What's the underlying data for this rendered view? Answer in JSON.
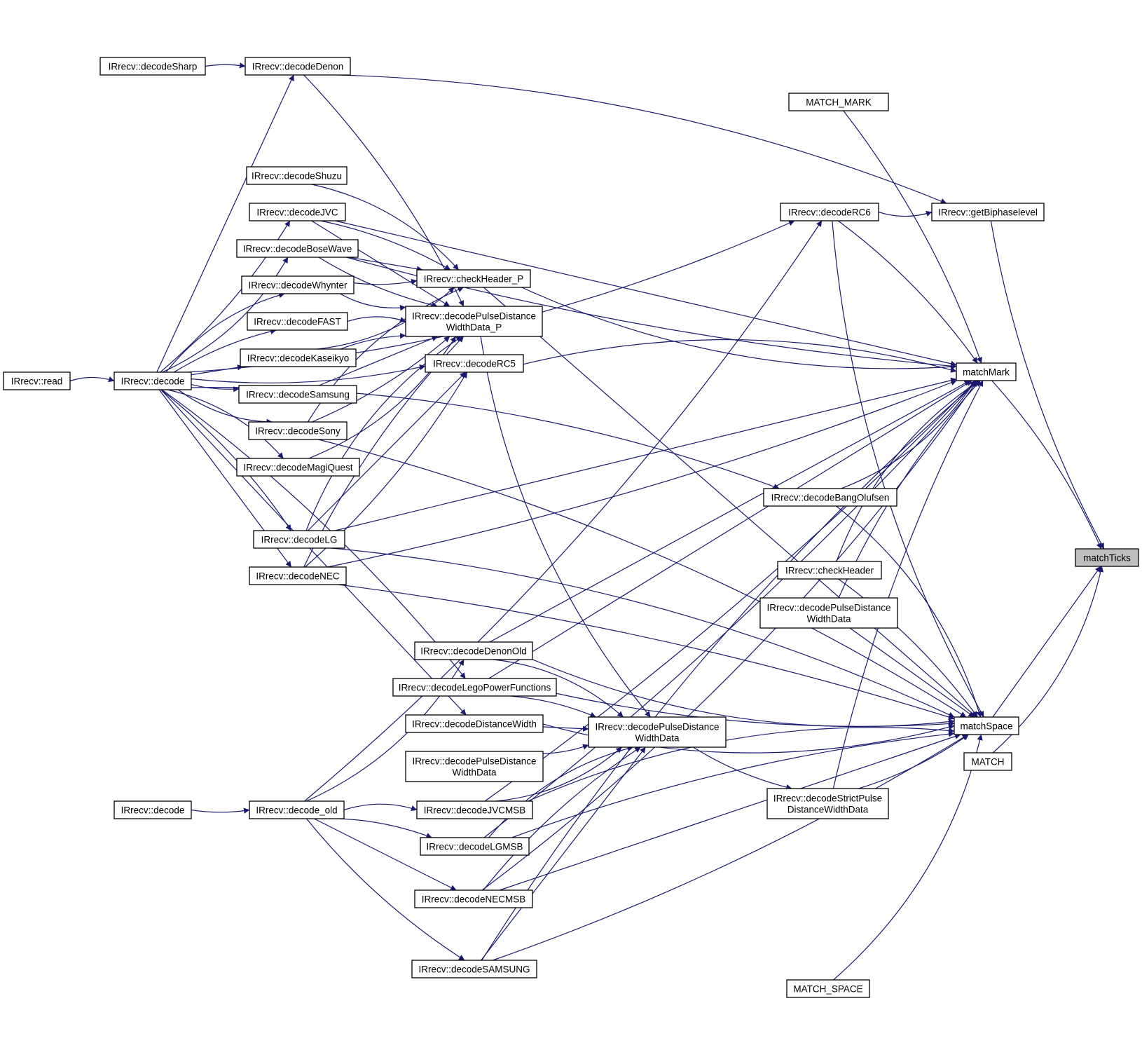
{
  "colors": {
    "edge": "#191970",
    "node_border": "#000000",
    "highlight_fill": "#bfbfbf"
  },
  "nodes": [
    {
      "id": "read",
      "lines": [
        "IRrecv::read"
      ]
    },
    {
      "id": "decode",
      "lines": [
        "IRrecv::decode"
      ]
    },
    {
      "id": "decode2",
      "lines": [
        "IRrecv::decode"
      ]
    },
    {
      "id": "decode_old",
      "lines": [
        "IRrecv::decode_old"
      ]
    },
    {
      "id": "decodeSharp",
      "lines": [
        "IRrecv::decodeSharp"
      ]
    },
    {
      "id": "decodeDenon",
      "lines": [
        "IRrecv::decodeDenon"
      ]
    },
    {
      "id": "decodeShuzu",
      "lines": [
        "IRrecv::decodeShuzu"
      ]
    },
    {
      "id": "decodeJVC",
      "lines": [
        "IRrecv::decodeJVC"
      ]
    },
    {
      "id": "decodeBoseWave",
      "lines": [
        "IRrecv::decodeBoseWave"
      ]
    },
    {
      "id": "decodeWhynter",
      "lines": [
        "IRrecv::decodeWhynter"
      ]
    },
    {
      "id": "decodeFAST",
      "lines": [
        "IRrecv::decodeFAST"
      ]
    },
    {
      "id": "decodeKaseikyo",
      "lines": [
        "IRrecv::decodeKaseikyo"
      ]
    },
    {
      "id": "decodeSamsung",
      "lines": [
        "IRrecv::decodeSamsung"
      ]
    },
    {
      "id": "decodeSony",
      "lines": [
        "IRrecv::decodeSony"
      ]
    },
    {
      "id": "decodeMagiQuest",
      "lines": [
        "IRrecv::decodeMagiQuest"
      ]
    },
    {
      "id": "decodeLG",
      "lines": [
        "IRrecv::decodeLG"
      ]
    },
    {
      "id": "decodeNEC",
      "lines": [
        "IRrecv::decodeNEC"
      ]
    },
    {
      "id": "checkHeader_P",
      "lines": [
        "IRrecv::checkHeader_P"
      ]
    },
    {
      "id": "decodePDWD_P",
      "lines": [
        "IRrecv::decodePulseDistance",
        "WidthData_P"
      ]
    },
    {
      "id": "decodeRC5",
      "lines": [
        "IRrecv::decodeRC5"
      ]
    },
    {
      "id": "decodeDenonOld",
      "lines": [
        "IRrecv::decodeDenonOld"
      ]
    },
    {
      "id": "decodeLego",
      "lines": [
        "IRrecv::decodeLegoPowerFunctions"
      ]
    },
    {
      "id": "decodeDistanceWidth",
      "lines": [
        "IRrecv::decodeDistanceWidth"
      ]
    },
    {
      "id": "decodePDWD_left",
      "lines": [
        "IRrecv::decodePulseDistance",
        "WidthData"
      ]
    },
    {
      "id": "decodeJVCMSB",
      "lines": [
        "IRrecv::decodeJVCMSB"
      ]
    },
    {
      "id": "decodeLGMSB",
      "lines": [
        "IRrecv::decodeLGMSB"
      ]
    },
    {
      "id": "decodeNECMSB",
      "lines": [
        "IRrecv::decodeNECMSB"
      ]
    },
    {
      "id": "decodeSAMSUNG",
      "lines": [
        "IRrecv::decodeSAMSUNG"
      ]
    },
    {
      "id": "decodePDWD_center",
      "lines": [
        "IRrecv::decodePulseDistance",
        "WidthData"
      ]
    },
    {
      "id": "MATCH_MARK",
      "lines": [
        "MATCH_MARK"
      ]
    },
    {
      "id": "decodeRC6",
      "lines": [
        "IRrecv::decodeRC6"
      ]
    },
    {
      "id": "getBiphaselevel",
      "lines": [
        "IRrecv::getBiphaselevel"
      ]
    },
    {
      "id": "decodeBangOlufsen",
      "lines": [
        "IRrecv::decodeBangOlufsen"
      ]
    },
    {
      "id": "checkHeader",
      "lines": [
        "IRrecv::checkHeader"
      ]
    },
    {
      "id": "decodePDWD_right",
      "lines": [
        "IRrecv::decodePulseDistance",
        "WidthData"
      ]
    },
    {
      "id": "decodeStrict",
      "lines": [
        "IRrecv::decodeStrictPulse",
        "DistanceWidthData"
      ]
    },
    {
      "id": "MATCH_SPACE",
      "lines": [
        "MATCH_SPACE"
      ]
    },
    {
      "id": "matchMark",
      "lines": [
        "matchMark"
      ]
    },
    {
      "id": "matchSpace",
      "lines": [
        "matchSpace"
      ]
    },
    {
      "id": "MATCH",
      "lines": [
        "MATCH"
      ]
    },
    {
      "id": "matchTicks",
      "lines": [
        "matchTicks"
      ],
      "highlight": true
    }
  ],
  "edges": [
    [
      "read",
      "decode"
    ],
    [
      "decodeSharp",
      "decodeDenon"
    ],
    [
      "decode",
      "decodeDenon"
    ],
    [
      "decode",
      "decodeJVC"
    ],
    [
      "decode",
      "decodeBoseWave"
    ],
    [
      "decode",
      "decodeWhynter"
    ],
    [
      "decode",
      "decodeFAST"
    ],
    [
      "decode",
      "decodeKaseikyo"
    ],
    [
      "decode",
      "decodeSamsung"
    ],
    [
      "decode",
      "decodeSony"
    ],
    [
      "decode",
      "decodeMagiQuest"
    ],
    [
      "decode",
      "decodeLG"
    ],
    [
      "decode",
      "decodeNEC"
    ],
    [
      "decode",
      "decodeRC5"
    ],
    [
      "decode",
      "decodeRC6"
    ],
    [
      "decode",
      "decodeBangOlufsen"
    ],
    [
      "decode",
      "decodeLego"
    ],
    [
      "decode",
      "decodeDistanceWidth"
    ],
    [
      "decode2",
      "decode_old"
    ],
    [
      "decode_old",
      "decodeDenonOld"
    ],
    [
      "decode_old",
      "decodeJVCMSB"
    ],
    [
      "decode_old",
      "decodeLGMSB"
    ],
    [
      "decode_old",
      "decodeNECMSB"
    ],
    [
      "decode_old",
      "decodeSAMSUNG"
    ],
    [
      "decode_old",
      "decodeRC6"
    ],
    [
      "decodeShuzu",
      "checkHeader_P"
    ],
    [
      "decodeJVC",
      "checkHeader_P"
    ],
    [
      "decodeBoseWave",
      "checkHeader_P"
    ],
    [
      "decodeWhynter",
      "checkHeader_P"
    ],
    [
      "decodeKaseikyo",
      "checkHeader_P"
    ],
    [
      "decodeSony",
      "checkHeader_P"
    ],
    [
      "decodeDenon",
      "decodePDWD_P"
    ],
    [
      "decodeJVC",
      "decodePDWD_P"
    ],
    [
      "decodeBoseWave",
      "decodePDWD_P"
    ],
    [
      "decodeWhynter",
      "decodePDWD_P"
    ],
    [
      "decodeFAST",
      "decodePDWD_P"
    ],
    [
      "decodeKaseikyo",
      "decodePDWD_P"
    ],
    [
      "decodeSamsung",
      "decodePDWD_P"
    ],
    [
      "decodeSony",
      "decodePDWD_P"
    ],
    [
      "decodeMagiQuest",
      "decodePDWD_P"
    ],
    [
      "decodeLG",
      "decodePDWD_P"
    ],
    [
      "decodeNEC",
      "decodePDWD_P"
    ],
    [
      "decodeLG",
      "decodeRC5"
    ],
    [
      "decodeNEC",
      "decodeRC5"
    ],
    [
      "decodePDWD_P",
      "decodePDWD_center"
    ],
    [
      "decodeDenonOld",
      "decodePDWD_center"
    ],
    [
      "decodeLego",
      "decodePDWD_center"
    ],
    [
      "decodeDistanceWidth",
      "decodePDWD_center"
    ],
    [
      "decodePDWD_left",
      "decodePDWD_center"
    ],
    [
      "decodeJVCMSB",
      "decodePDWD_center"
    ],
    [
      "decodeLGMSB",
      "decodePDWD_center"
    ],
    [
      "decodeNECMSB",
      "decodePDWD_center"
    ],
    [
      "decodeSAMSUNG",
      "decodePDWD_center"
    ],
    [
      "decodePDWD_center",
      "decodeStrict"
    ],
    [
      "decodeRC6",
      "getBiphaselevel"
    ],
    [
      "decodeDenon",
      "getBiphaselevel"
    ],
    [
      "MATCH_MARK",
      "matchMark"
    ],
    [
      "decodeJVC",
      "matchMark"
    ],
    [
      "decodeBoseWave",
      "matchMark"
    ],
    [
      "checkHeader_P",
      "matchMark"
    ],
    [
      "decodeRC5",
      "matchMark"
    ],
    [
      "decodeRC6",
      "matchMark"
    ],
    [
      "decodeLG",
      "matchMark"
    ],
    [
      "decodeNEC",
      "matchMark"
    ],
    [
      "decodeBangOlufsen",
      "matchMark"
    ],
    [
      "checkHeader",
      "matchMark"
    ],
    [
      "decodePDWD_right",
      "matchMark"
    ],
    [
      "decodeDenonOld",
      "matchMark"
    ],
    [
      "decodeJVCMSB",
      "matchMark"
    ],
    [
      "decodeNECMSB",
      "matchMark"
    ],
    [
      "decodeSAMSUNG",
      "matchMark"
    ],
    [
      "decodeStrict",
      "matchMark"
    ],
    [
      "decodeLego",
      "matchMark"
    ],
    [
      "decodeLGMSB",
      "matchMark"
    ],
    [
      "decodeRC6",
      "matchSpace"
    ],
    [
      "decodeBangOlufsen",
      "matchSpace"
    ],
    [
      "checkHeader",
      "matchSpace"
    ],
    [
      "decodePDWD_right",
      "matchSpace"
    ],
    [
      "decodeStrict",
      "matchSpace"
    ],
    [
      "MATCH_SPACE",
      "matchSpace"
    ],
    [
      "decodeJVCMSB",
      "matchSpace"
    ],
    [
      "decodeLGMSB",
      "matchSpace"
    ],
    [
      "decodeNECMSB",
      "matchSpace"
    ],
    [
      "decodeSAMSUNG",
      "matchSpace"
    ],
    [
      "decodeDenonOld",
      "matchSpace"
    ],
    [
      "decodeLG",
      "matchSpace"
    ],
    [
      "decodeNEC",
      "matchSpace"
    ],
    [
      "checkHeader_P",
      "matchSpace"
    ],
    [
      "decodeLego",
      "matchSpace"
    ],
    [
      "decodeDistanceWidth",
      "matchSpace"
    ],
    [
      "decodeSony",
      "matchSpace"
    ],
    [
      "matchMark",
      "matchTicks"
    ],
    [
      "matchSpace",
      "matchTicks"
    ],
    [
      "getBiphaselevel",
      "matchTicks"
    ],
    [
      "MATCH",
      "matchTicks"
    ]
  ]
}
